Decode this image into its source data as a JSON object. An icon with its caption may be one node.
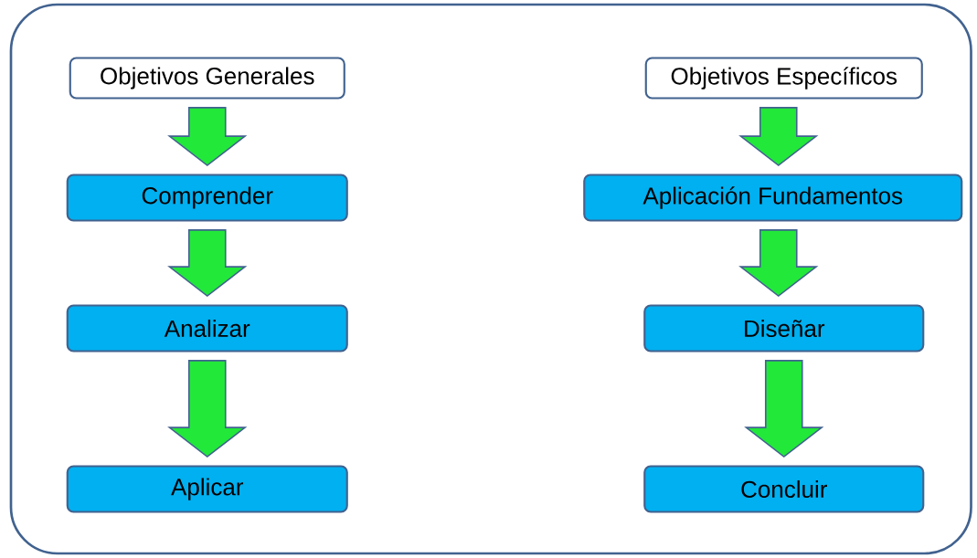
{
  "diagram": {
    "nodes": [
      {
        "text": [],
        "shape": "box"
      },
      {
        "text": [
          "Objetivos Generales"
        ],
        "in": 0
      },
      {
        "text": [
          "Comprender"
        ],
        "in": 0
      },
      {
        "text": [
          "Analizar"
        ],
        "in": 0
      },
      {
        "text": [
          "Aplicar"
        ],
        "in": 0
      },
      {
        "text": [
          "Objetivos Específicos"
        ],
        "in": 0
      },
      {
        "text": [
          "Aplicación Fundamentos"
        ],
        "in": 0
      },
      {
        "text": [
          "Diseñar"
        ],
        "in": 0
      },
      {
        "text": [
          "Concluir"
        ],
        "in": 0
      }
    ],
    "edges": [
      {
        "from": 1,
        "to": 2,
        "arrow": "to"
      },
      {
        "from": 2,
        "to": 3,
        "arrow": "to"
      },
      {
        "from": 3,
        "to": 4,
        "arrow": "to"
      },
      {
        "from": 5,
        "to": 6,
        "arrow": "to"
      },
      {
        "from": 6,
        "to": 7,
        "arrow": "to"
      },
      {
        "from": 7,
        "to": 8,
        "arrow": "to"
      }
    ]
  }
}
